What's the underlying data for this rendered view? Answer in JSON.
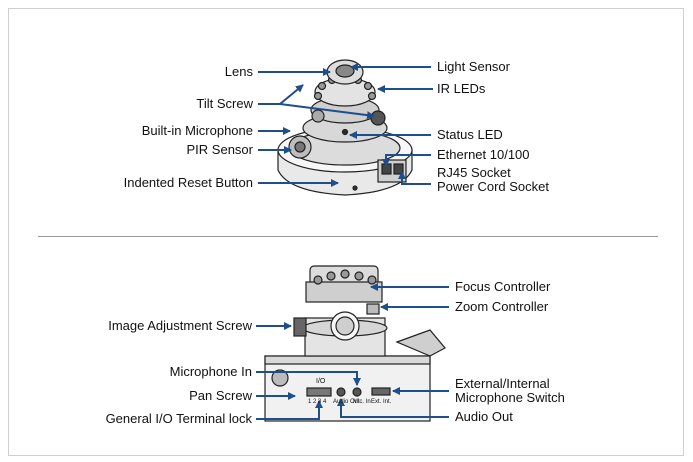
{
  "top": {
    "left_labels": {
      "lens": "Lens",
      "tilt_screw": "Tilt Screw",
      "builtin_mic": "Built-in Microphone",
      "pir_sensor": "PIR Sensor",
      "reset_button": "Indented Reset Button"
    },
    "right_labels": {
      "light_sensor": "Light Sensor",
      "ir_leds": "IR LEDs",
      "status_led": "Status LED",
      "ethernet": "Ethernet 10/100",
      "rj45": "RJ45 Socket",
      "power_cord": "Power Cord Socket"
    }
  },
  "bottom": {
    "left_labels": {
      "image_adjust": "Image Adjustment Screw",
      "mic_in": "Microphone In",
      "pan_screw": "Pan Screw",
      "gio_terminal": "General I/O Terminal lock"
    },
    "right_labels": {
      "focus": "Focus Controller",
      "zoom": "Zoom Controller",
      "ext_int_1": "External/Internal",
      "ext_int_2": "Microphone Switch",
      "audio_out": "Audio Out"
    },
    "panel_text": {
      "io": "I/O",
      "io_pins": "1  2  3  4",
      "audio_out": "Audio Out",
      "mic_in": "Mic. In",
      "ext": "Ext.",
      "int": "Int."
    }
  },
  "colors": {
    "arrow": "#1f4e8c",
    "divider": "#9a9a9a"
  }
}
